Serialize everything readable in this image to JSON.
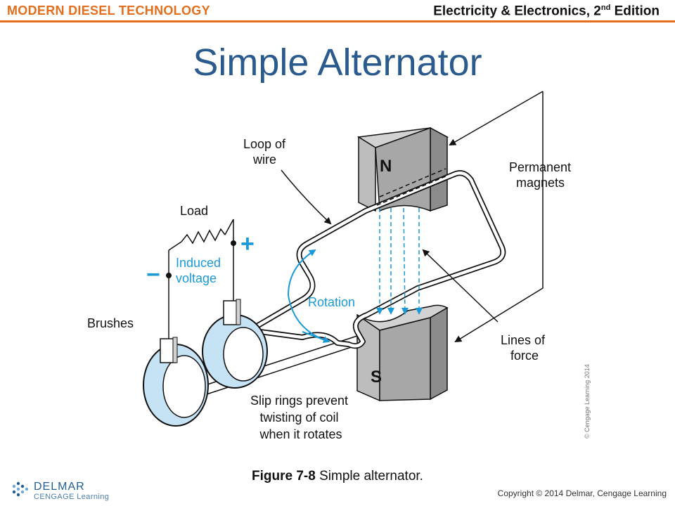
{
  "header": {
    "left": "MODERN DIESEL TECHNOLOGY",
    "right_main": "Electricity & Electronics, 2",
    "right_sup": "nd",
    "right_tail": " Edition"
  },
  "title": "Simple Alternator",
  "diagram": {
    "labels": {
      "loop": [
        "Loop of",
        "wire"
      ],
      "load": "Load",
      "plus": "+",
      "minus": "−",
      "induced": [
        "Induced",
        "voltage"
      ],
      "brushes": "Brushes",
      "rotation": "Rotation",
      "magnets": [
        "Permanent",
        "magnets"
      ],
      "lines": [
        "Lines of",
        "force"
      ],
      "slip": [
        "Slip rings prevent",
        "twisting of coil",
        "when it rotates"
      ],
      "north": "N",
      "south": "S",
      "credit": "© Cengage Learning 2014"
    },
    "colors": {
      "accent_blue": "#1a9ad8",
      "ring_fill": "#c6e2f5",
      "magnet_front": "#a7a7a7",
      "magnet_top": "#d2d2d2",
      "magnet_side": "#8c8c8c"
    }
  },
  "caption": {
    "label": "Figure 7-8",
    "text": " Simple alternator."
  },
  "footer": {
    "logo_line1": "DELMAR",
    "logo_line2": "CENGAGE Learning",
    "copyright": "Copyright © 2014 Delmar, Cengage Learning"
  }
}
